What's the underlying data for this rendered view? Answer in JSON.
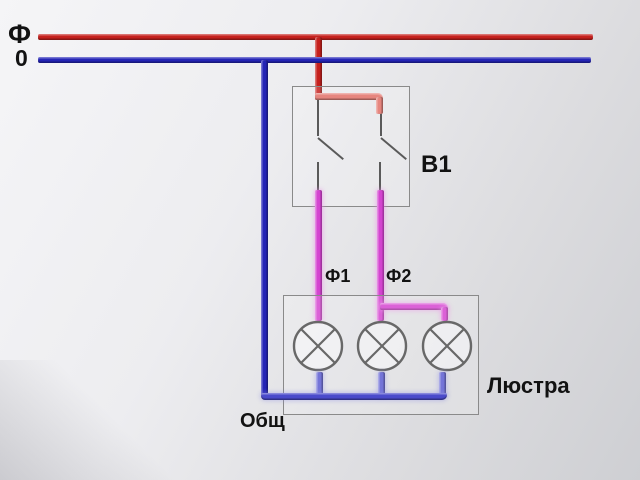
{
  "labels": {
    "phase_bus": "Ф",
    "neutral_bus": "0",
    "switch": "В1",
    "switched_phase_1": "Ф1",
    "switched_phase_2": "Ф2",
    "chandelier": "Люстра",
    "common": "Общ"
  },
  "colors": {
    "phase_red": "#c5201d",
    "neutral_blue": "#2424b6",
    "jumper_salmon": "#e6857e",
    "switched_magenta": "#d443d0",
    "lamp_stub_indigo": "#7474d8",
    "common_bus_blue": "#4a4acb",
    "outline_gray": "#8a8a8a",
    "contact_gray": "#5a5a5a",
    "lamp_outline": "#686868",
    "text": "#121212"
  }
}
